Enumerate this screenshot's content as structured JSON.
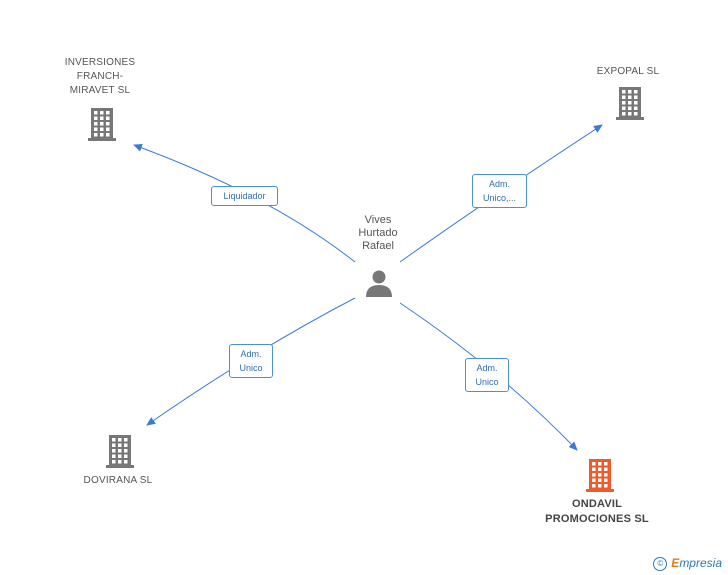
{
  "center": {
    "name_lines": [
      "Vives",
      "Hurtado",
      "Rafael"
    ],
    "icon": "person-icon"
  },
  "companies": [
    {
      "id": "inversiones",
      "name_lines": [
        "INVERSIONES",
        "FRANCH-",
        "MIRAVET SL"
      ],
      "icon": "building-icon",
      "color": "#777777",
      "highlight": false
    },
    {
      "id": "expopal",
      "name_lines": [
        "EXPOPAL SL"
      ],
      "icon": "building-icon",
      "color": "#777777",
      "highlight": false
    },
    {
      "id": "dovirana",
      "name_lines": [
        "DOVIRANA SL"
      ],
      "icon": "building-icon",
      "color": "#777777",
      "highlight": false
    },
    {
      "id": "ondavil",
      "name_lines": [
        "ONDAVIL",
        "PROMOCIONES SL"
      ],
      "icon": "building-icon",
      "color": "#f05a28",
      "highlight": true
    }
  ],
  "edges": [
    {
      "to": "inversiones",
      "label_lines": [
        "Liquidador"
      ]
    },
    {
      "to": "expopal",
      "label_lines": [
        "Adm.",
        "Unico,..."
      ]
    },
    {
      "to": "dovirana",
      "label_lines": [
        "Adm.",
        "Unico"
      ]
    },
    {
      "to": "ondavil",
      "label_lines": [
        "Adm.",
        "Unico"
      ]
    }
  ],
  "colors": {
    "edge": "#3a7bd5",
    "person": "#777777"
  },
  "footer": {
    "copyright": "©",
    "brand_first": "E",
    "brand_rest": "mpresia"
  }
}
